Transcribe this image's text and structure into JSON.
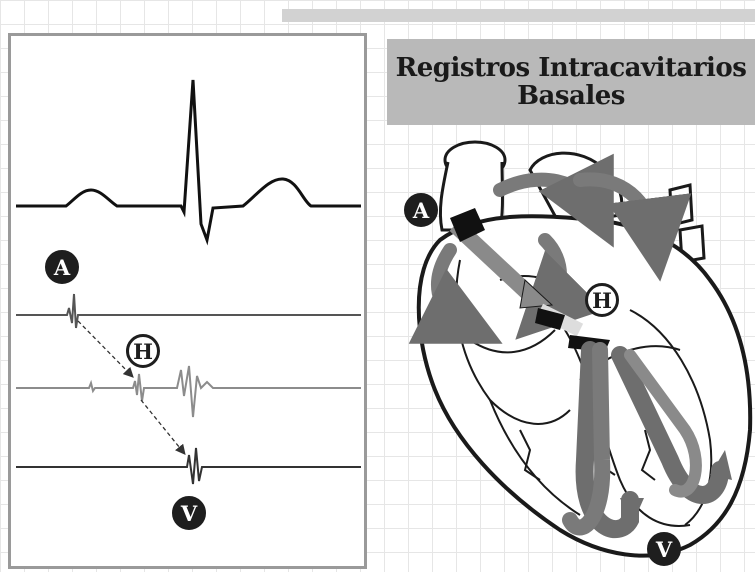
{
  "title": "Registros Intracavitarios\nBasales",
  "ecg_markers": {
    "atrial": "A",
    "his": "H",
    "ventricular": "V"
  },
  "heart_markers": {
    "atrial": "A",
    "his": "H",
    "ventricular": "V"
  },
  "colors": {
    "trace": "#222222",
    "his_trace": "#8c8c8c",
    "arrow": "#7a7a7a",
    "title_bg": "#b9b9b9"
  }
}
